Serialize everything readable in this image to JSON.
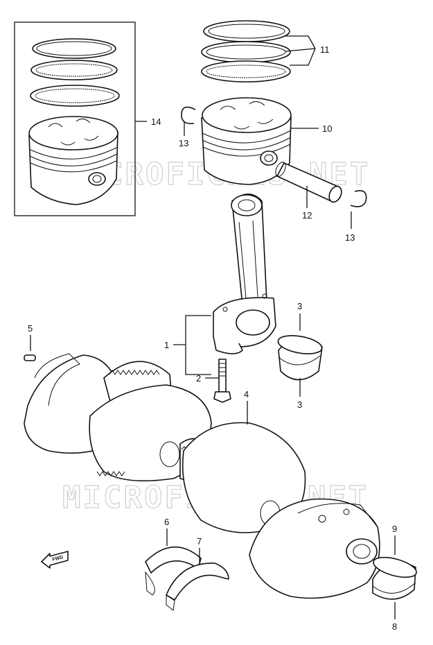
{
  "watermark": "MICROFICHES.NET",
  "fwd_label": "FWD",
  "callouts": [
    {
      "id": "c1",
      "text": "1"
    },
    {
      "id": "c2",
      "text": "2"
    },
    {
      "id": "c3a",
      "text": "3"
    },
    {
      "id": "c3b",
      "text": "3"
    },
    {
      "id": "c4",
      "text": "4"
    },
    {
      "id": "c5",
      "text": "5"
    },
    {
      "id": "c6",
      "text": "6"
    },
    {
      "id": "c7",
      "text": "7"
    },
    {
      "id": "c8",
      "text": "8"
    },
    {
      "id": "c9",
      "text": "9"
    },
    {
      "id": "c10",
      "text": "10"
    },
    {
      "id": "c11",
      "text": "11"
    },
    {
      "id": "c12",
      "text": "12"
    },
    {
      "id": "c13a",
      "text": "13"
    },
    {
      "id": "c13b",
      "text": "13"
    },
    {
      "id": "c14",
      "text": "14"
    }
  ]
}
